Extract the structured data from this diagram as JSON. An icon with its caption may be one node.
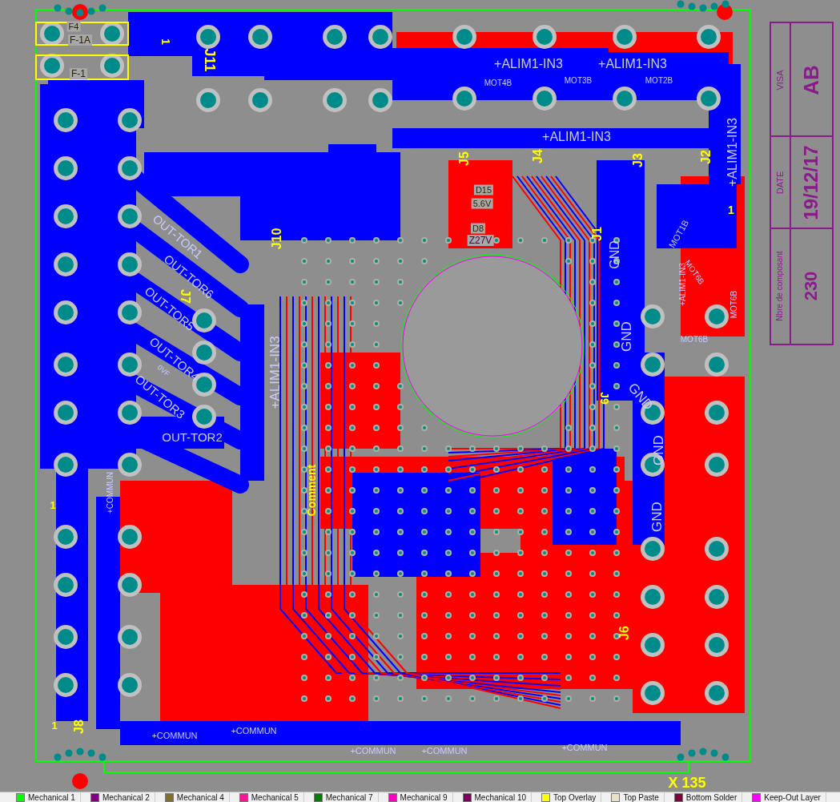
{
  "diagram": {
    "labels": [
      "F4",
      "F-1A",
      "F-1",
      "J11",
      "1",
      "+ALIM1-IN3",
      "+ALIM1-IN3",
      "MOT4B",
      "MOT3B",
      "MOT2B",
      "+ALIM1-IN3",
      "J5",
      "J4",
      "J3",
      "J2",
      "+ALIM1-IN3",
      "1",
      "D15",
      "5.6V",
      "D8",
      "Z27V",
      "J1",
      "GND",
      "MOT1B",
      "OUT-TOR1",
      "J10",
      "OUT-TOR6",
      "J7",
      "OUT-TOR5",
      "OUT-TOR4",
      "0VF",
      "OUT-TOR3",
      "OUT-TOR2",
      "+ALIM1-IN3",
      "+ALIM1-IN3",
      "MOT6B",
      "MOT6B",
      "MOT6B",
      "GND",
      "GND",
      "J9",
      "GND",
      "GND",
      "+COMMUN",
      "Comment",
      "1",
      "J8",
      "1",
      "+COMMUN",
      "+COMMUN",
      "+COMMUN",
      "+COMMUN",
      "+COMMUN",
      "J6",
      "VISA",
      "AB",
      "DATE",
      "19/12/17",
      "Nbre de composant",
      "230",
      "X 135"
    ],
    "legend": [
      {
        "text": "Mechanical 1",
        "color": "#00ff00"
      },
      {
        "text": "Mechanical 2",
        "color": "#800080"
      },
      {
        "text": "Mechanical 4",
        "color": "#80702a"
      },
      {
        "text": "Mechanical 5",
        "color": "#ff1493"
      },
      {
        "text": "Mechanical 7",
        "color": "#008000"
      },
      {
        "text": "Mechanical 9",
        "color": "#ff00c0"
      },
      {
        "text": "Mechanical 10",
        "color": "#800060"
      },
      {
        "text": "Top Overlay",
        "color": "#ffff00"
      },
      {
        "text": "Top Paste",
        "color": "#e8e0c8"
      },
      {
        "text": "Bottom Solder",
        "color": "#800040"
      },
      {
        "text": "Keep-Out Layer",
        "color": "#ff00ff"
      }
    ]
  }
}
